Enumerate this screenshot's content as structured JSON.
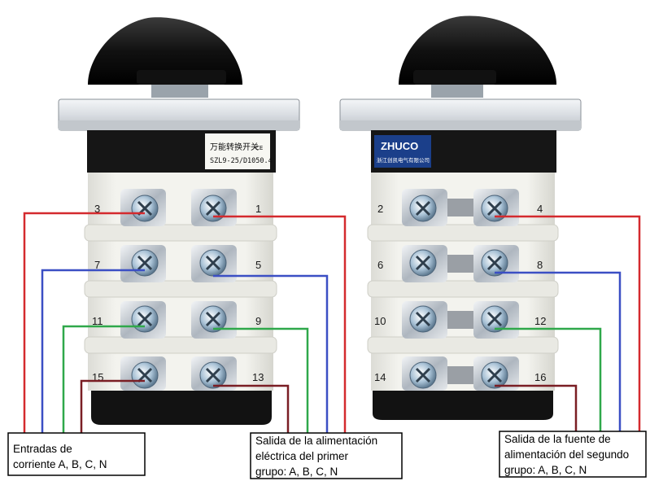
{
  "left_switch": {
    "label_line1": "万能转换开关",
    "label_line2": "SZL9-25/D1050.4",
    "label_mark": "CE",
    "terminals": [
      {
        "left": "3",
        "right": "1"
      },
      {
        "left": "7",
        "right": "5"
      },
      {
        "left": "11",
        "right": "9"
      },
      {
        "left": "15",
        "right": "13"
      }
    ]
  },
  "right_switch": {
    "brand": "ZHUCO",
    "brand_sub": "浙江创凯电气有限公司",
    "terminals": [
      {
        "left": "2",
        "right": "4"
      },
      {
        "left": "6",
        "right": "8"
      },
      {
        "left": "10",
        "right": "12"
      },
      {
        "left": "14",
        "right": "16"
      }
    ]
  },
  "wire_colors": {
    "phase_a": "#d42a2e",
    "phase_b": "#3b4fc4",
    "phase_c": "#2fa84a",
    "neutral": "#7a1e24"
  },
  "callouts": {
    "inputs": [
      "Entradas de",
      "corriente A, B, C, N"
    ],
    "group1": [
      "Salida de la alimentación",
      "eléctrica del primer",
      "grupo: A, B, C, N"
    ],
    "group2": [
      "Salida de la fuente de",
      "alimentación del segundo",
      "grupo: A, B, C, N"
    ]
  }
}
